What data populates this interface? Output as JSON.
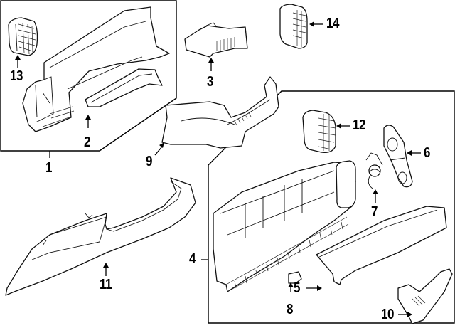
{
  "diagram": {
    "title": "Glove box / instrument panel components",
    "background": "#ffffff",
    "line_color": "#111111",
    "callouts": [
      {
        "id": "1",
        "label": "1",
        "part": "instrument-panel-lower-trim-group"
      },
      {
        "id": "2",
        "label": "2",
        "part": "lower-trim-panel"
      },
      {
        "id": "3",
        "label": "3",
        "part": "center-air-duct"
      },
      {
        "id": "4",
        "label": "4",
        "part": "glove-box-assembly-group"
      },
      {
        "id": "5",
        "label": "5",
        "part": "glove-box-door"
      },
      {
        "id": "6",
        "label": "6",
        "part": "latch-bracket"
      },
      {
        "id": "7",
        "label": "7",
        "part": "spring"
      },
      {
        "id": "8",
        "label": "8",
        "part": "bumper-stop"
      },
      {
        "id": "9",
        "label": "9",
        "part": "knee-bolster-panel"
      },
      {
        "id": "10",
        "label": "10",
        "part": "end-trim-cap"
      },
      {
        "id": "11",
        "label": "11",
        "part": "dash-trim-panel"
      },
      {
        "id": "12",
        "label": "12",
        "part": "air-vent-right"
      },
      {
        "id": "13",
        "label": "13",
        "part": "air-vent-left"
      },
      {
        "id": "14",
        "label": "14",
        "part": "air-vent-center"
      }
    ]
  }
}
